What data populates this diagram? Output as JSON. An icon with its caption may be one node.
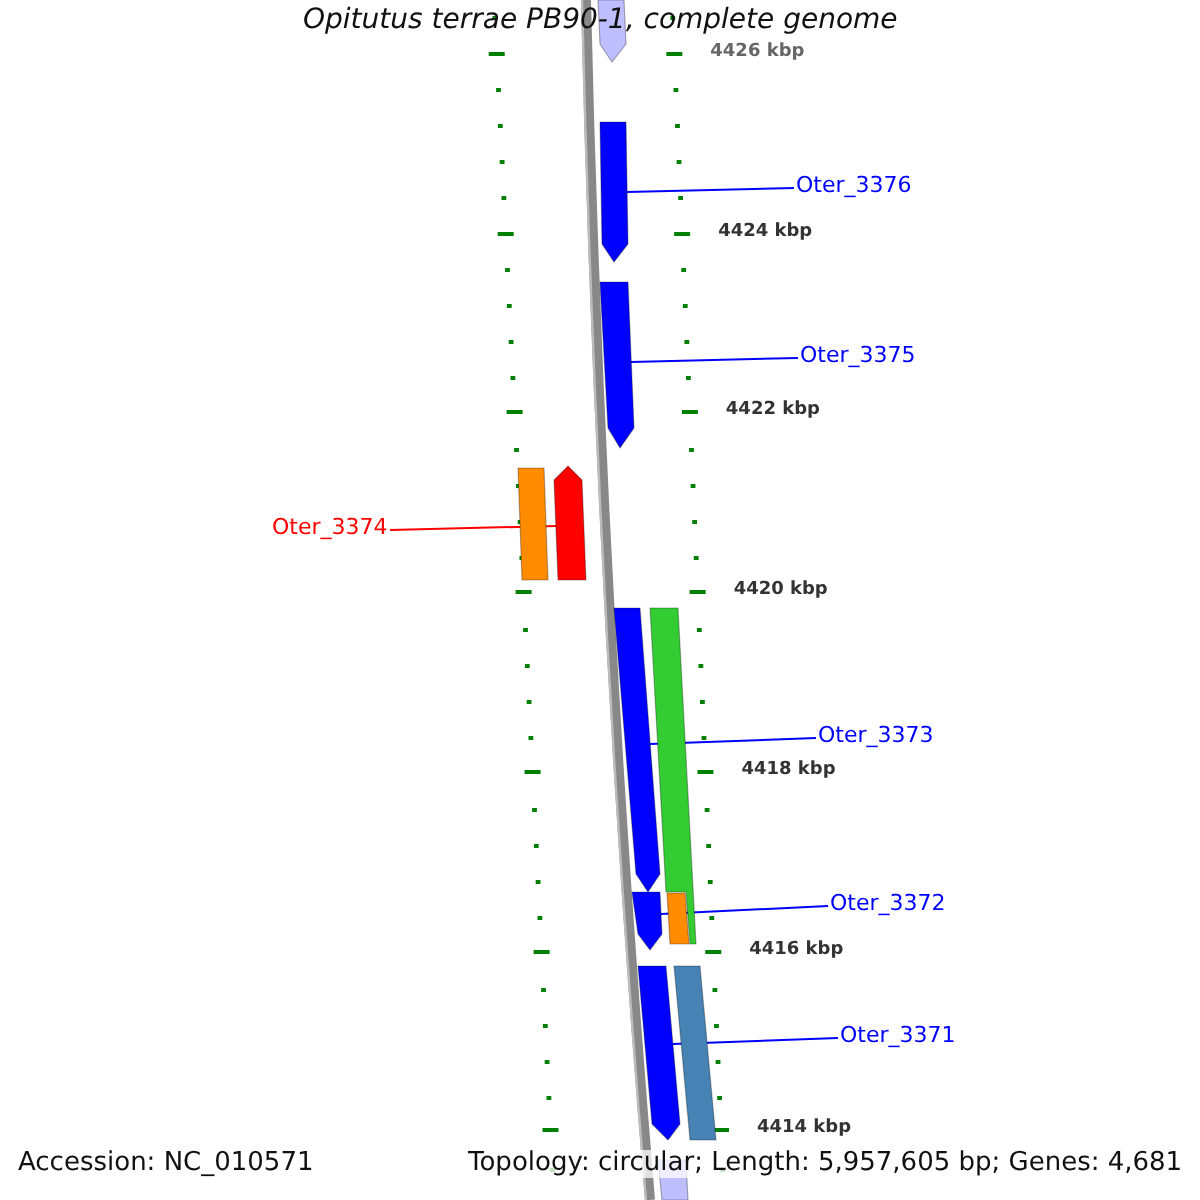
{
  "diagram": {
    "title": "Opitutus terrae PB90-1, complete genome",
    "nodes": [
      {
        "text": [
          "Oter_3376"
        ]
      },
      {
        "text": [
          "Oter_3375"
        ]
      },
      {
        "text": [
          "Oter_3374"
        ]
      },
      {
        "text": [
          "Oter_3373"
        ]
      },
      {
        "text": [
          "Oter_3372"
        ]
      },
      {
        "text": [
          "Oter_3371"
        ]
      },
      {
        "text": [],
        "shape": "bar"
      },
      {
        "text": [],
        "shape": "bar"
      },
      {
        "text": [],
        "shape": "bar"
      },
      {
        "text": [],
        "shape": "bar"
      },
      {
        "text": [],
        "shape": "bar"
      },
      {
        "text": [],
        "shape": "bar"
      },
      {
        "text": [],
        "shape": "bar"
      },
      {
        "text": [],
        "shape": "bar"
      },
      {
        "text": [],
        "shape": "bar"
      },
      {
        "text": [],
        "shape": "bar"
      },
      {
        "text": [],
        "shape": "bar"
      },
      {
        "text": [],
        "shape": "bar"
      }
    ],
    "edges": [
      {
        "from": 0,
        "to": 7,
        "arrow": "none",
        "color": "#0000ff"
      },
      {
        "from": 1,
        "to": 8,
        "arrow": "none",
        "color": "#0000ff"
      },
      {
        "from": 2,
        "to": 10,
        "arrow": "none",
        "color": "#ff0000"
      },
      {
        "from": 3,
        "to": 11,
        "arrow": "none",
        "color": "#0000ff"
      },
      {
        "from": 4,
        "to": 13,
        "arrow": "none",
        "color": "#0000ff"
      },
      {
        "from": 5,
        "to": 15,
        "arrow": "none",
        "color": "#0000ff"
      }
    ],
    "labels": [
      "4426 kbp",
      "4424 kbp",
      "4422 kbp",
      "4420 kbp",
      "4418 kbp",
      "4416 kbp",
      "4414 kbp",
      "Accession: NC_010571",
      "Topology: circular; Length: 5,957,605 bp; Genes: 4,681"
    ]
  }
}
